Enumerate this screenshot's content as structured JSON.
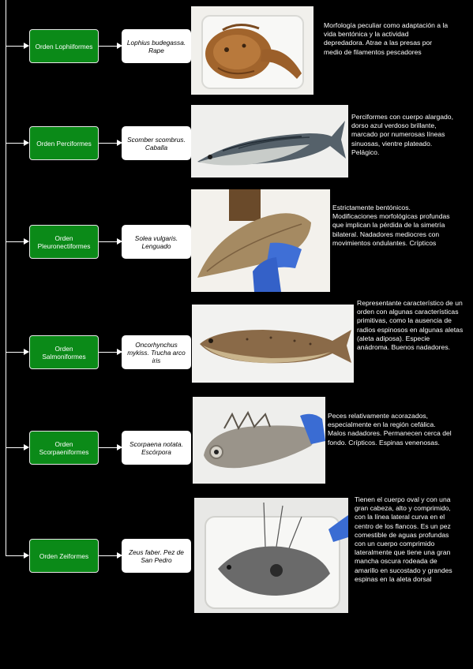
{
  "rows": [
    {
      "order": "Orden Lophiiformes",
      "species": "Lophius budegassa. Rape",
      "description": "Morfología peculiar como adaptación a la vida bentónica y la actividad depredadora. Atrae a las presas por medio de filamentos pescadores",
      "photo_icon": "anglerfish-photo"
    },
    {
      "order": "Orden Perciformes",
      "species": "Scomber scombrus. Caballa",
      "description": "Perciformes con cuerpo alargado, dorso azul verdoso brillante, marcado por numerosas líneas sinuosas, vientre plateado. Pelágico.",
      "photo_icon": "mackerel-photo"
    },
    {
      "order": "Orden Pleuronectiformes",
      "species": "Solea vulgaris. Lenguado",
      "description": "Estrictamente bentónicos. Modificaciones morfológicas profundas que implican la pérdida de la simetría bilateral. Nadadores mediocres con movimientos ondulantes. Crípticos",
      "photo_icon": "sole-photo"
    },
    {
      "order": "Orden Salmoniformes",
      "species": "Oncorhynchus mykiss. Trucha arco iris",
      "description": "Representante característico de un orden con algunas características primitivas, como la ausencia de radios espinosos en algunas aletas (aleta adiposa). Especie anádroma. Buenos nadadores.",
      "photo_icon": "trout-photo"
    },
    {
      "order": "Orden Scorpaeniformes",
      "species": "Scorpaena notata. Escórpora",
      "description": "Peces relativamente acorazados, especialmente en la región cefálica. Malos nadadores. Permanecen cerca del fondo. Crípticos. Espinas venenosas.",
      "photo_icon": "scorpionfish-photo"
    },
    {
      "order": "Orden Zeiformes",
      "species": "Zeus faber. Pez de San Pedro",
      "description": "Tienen el cuerpo oval y con una gran cabeza, alto y comprimido, con la línea lateral curva en el centro de los flancos. Es un pez comestible de aguas profundas con un cuerpo comprimido lateralmente que tiene una gran mancha oscura rodeada de amarillo en sucostado y grandes espinas en la aleta dorsal",
      "photo_icon": "john-dory-photo"
    }
  ],
  "colors": {
    "background": "#000000",
    "order_box": "#0b8a18",
    "species_box": "#ffffff",
    "text": "#ffffff"
  }
}
